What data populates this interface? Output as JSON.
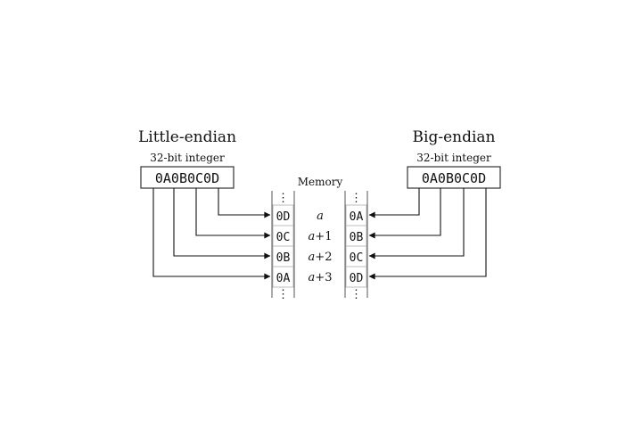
{
  "little_endian": {
    "title": "Little-endian",
    "subtitle": "32-bit integer",
    "value": "0A0B0C0D",
    "cells": [
      "0D",
      "0C",
      "0B",
      "0A"
    ]
  },
  "big_endian": {
    "title": "Big-endian",
    "subtitle": "32-bit integer",
    "value": "0A0B0C0D",
    "cells": [
      "0A",
      "0B",
      "0C",
      "0D"
    ]
  },
  "memory": {
    "label": "Memory",
    "ellipsis": "⋮",
    "addresses": [
      {
        "base": "a",
        "offset": ""
      },
      {
        "base": "a",
        "offset": "+1"
      },
      {
        "base": "a",
        "offset": "+2"
      },
      {
        "base": "a",
        "offset": "+3"
      }
    ]
  }
}
